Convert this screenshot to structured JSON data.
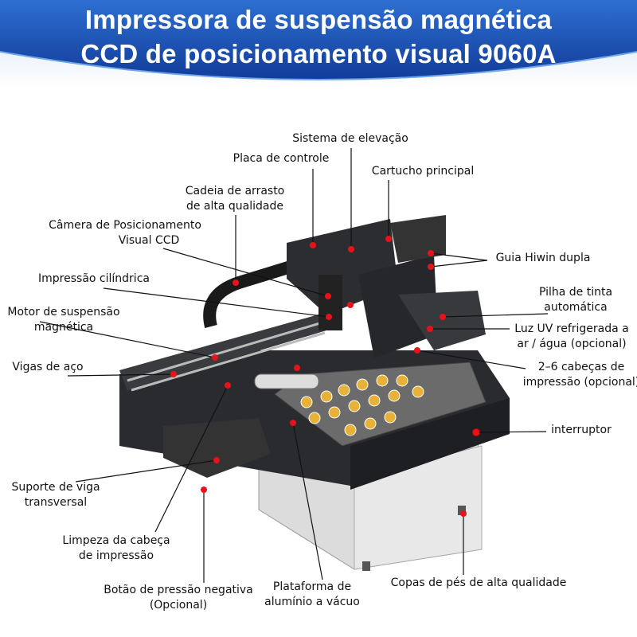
{
  "header": {
    "title_line1": "Impressora de suspensão magnética",
    "title_line2": "CCD de posicionamento visual 9060A"
  },
  "colors": {
    "banner": "#1c4fb0",
    "callout_dot": "#e8121a",
    "machine": "#2a2b2e"
  },
  "callouts": [
    {
      "id": "lift",
      "lines": [
        "Sistema de elevação"
      ]
    },
    {
      "id": "control",
      "lines": [
        "Placa de controle"
      ]
    },
    {
      "id": "cartridge",
      "lines": [
        "Cartucho principal"
      ]
    },
    {
      "id": "chain",
      "lines": [
        "Cadeia de arrasto",
        "de alta qualidade"
      ]
    },
    {
      "id": "camera",
      "lines": [
        "Câmera de Posicionamento",
        "Visual CCD"
      ]
    },
    {
      "id": "cylinder",
      "lines": [
        "Impressão cilíndrica"
      ]
    },
    {
      "id": "motor",
      "lines": [
        "Motor de suspensão",
        "magnética"
      ]
    },
    {
      "id": "beams",
      "lines": [
        "Vigas de aço"
      ]
    },
    {
      "id": "hiwin",
      "lines": [
        "Guia Hiwin dupla"
      ]
    },
    {
      "id": "ink",
      "lines": [
        "Pilha de tinta",
        "automática"
      ]
    },
    {
      "id": "uv",
      "lines": [
        "Luz UV refrigerada a",
        "ar / água (opcional)"
      ]
    },
    {
      "id": "heads",
      "lines": [
        "2–6 cabeças de",
        "impressão (opcional)"
      ]
    },
    {
      "id": "switch",
      "lines": [
        "interruptor"
      ]
    },
    {
      "id": "support",
      "lines": [
        "Suporte de viga",
        "transversal"
      ]
    },
    {
      "id": "cleaning",
      "lines": [
        "Limpeza da cabeça",
        "de impressão"
      ]
    },
    {
      "id": "negative",
      "lines": [
        "Botão de pressão negativa",
        "(Opcional)"
      ]
    },
    {
      "id": "platform",
      "lines": [
        "Plataforma de",
        "alumínio a vácuo"
      ]
    },
    {
      "id": "feet",
      "lines": [
        "Copas de pés de alta qualidade"
      ]
    }
  ]
}
